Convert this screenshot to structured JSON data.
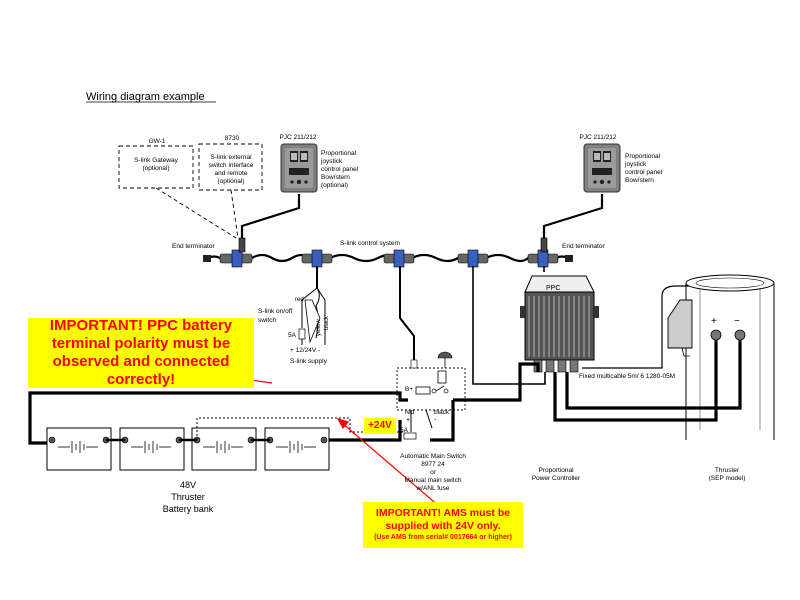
{
  "title": "Wiring diagram example",
  "gateway": {
    "code": "GW-1",
    "lines": [
      "S-link Gateway",
      "(optional)"
    ]
  },
  "switch_interface": {
    "code": "8730",
    "lines": [
      "S-link external",
      "switch interface",
      "and remote",
      "(optional)"
    ]
  },
  "pjc_left": {
    "code": "PJC 211/212",
    "lines": [
      "Proportional",
      "joystick",
      "control panel",
      "Bow/stern",
      "(optional)"
    ]
  },
  "pjc_right": {
    "code": "PJC 211/212",
    "lines": [
      "Proportional",
      "joystick",
      "control panel",
      "Bow/stern"
    ]
  },
  "end_terminator_left": "End terminator",
  "end_terminator_right": "End terminator",
  "slink_system": "S-link control system",
  "ppc_label": "PPC",
  "slink_switch": {
    "label_lines": [
      "S-link on/off",
      "switch"
    ],
    "red": "red",
    "yellow": "yellow",
    "black": "black",
    "fuse": "5A",
    "voltage": "+ 12/24V  -",
    "supply": "S-link supply"
  },
  "ams_inner": {
    "bplus": "B+",
    "red": "red",
    "black": "black",
    "plus": "+",
    "minus": "-",
    "fuse": "5A"
  },
  "multicable": "Fixed multicable 5m/ 6 1280-05M",
  "important_ppc": [
    "IMPORTANT! PPC battery",
    "terminal polarity must be",
    "observed and connected",
    "correctly!"
  ],
  "plus24": "+24V",
  "ams_label": [
    "Automatic Main Switch",
    "8977 24",
    "or",
    "Manual main switch",
    "w/ANL fuse"
  ],
  "ppc_caption": [
    "Proportional",
    "Power Controller"
  ],
  "thruster_caption": [
    "Thruster",
    "(SEP model)"
  ],
  "battery_bank": [
    "48V",
    "Thruster",
    "Battery bank"
  ],
  "important_ams": [
    "IMPORTANT! AMS must be",
    "supplied with 24V only."
  ],
  "important_ams_note": "(Use AMS from serial# 0017664 or higher)",
  "thruster_terminals": {
    "plus": "+",
    "minus": "−"
  }
}
